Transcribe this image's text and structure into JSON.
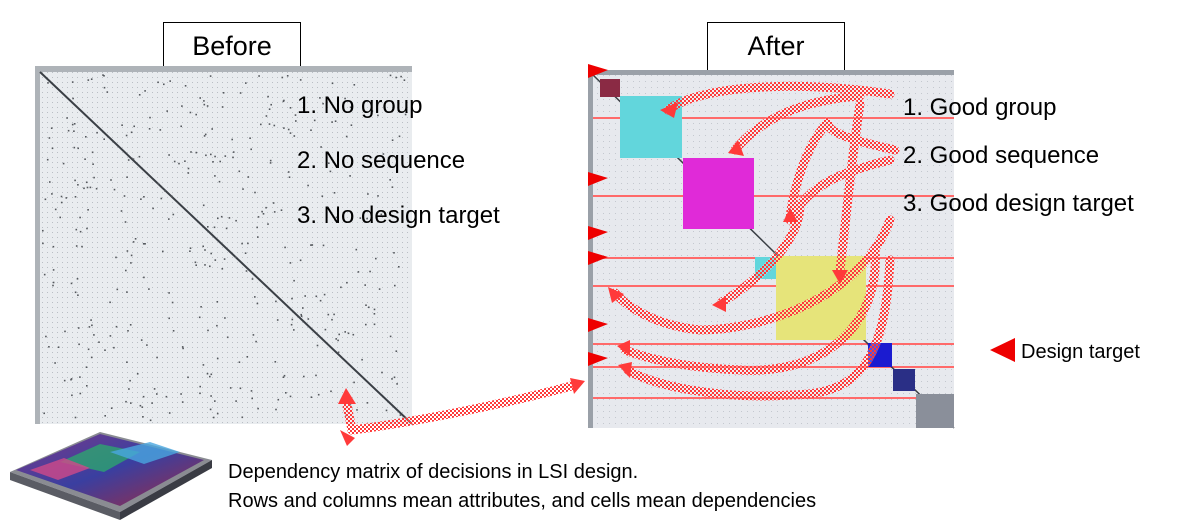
{
  "before": {
    "title": "Before",
    "notes": [
      "1. No group",
      "2. No sequence",
      "3. No design target"
    ]
  },
  "after": {
    "title": "After",
    "notes": [
      "1. Good group",
      "2. Good sequence",
      "3. Good design target"
    ]
  },
  "legend": {
    "label": "Design target",
    "color": "#ee0000"
  },
  "caption": {
    "line1": "Dependency matrix of decisions in LSI design.",
    "line2": "Rows and columns mean attributes, and cells mean dependencies"
  },
  "colors": {
    "cyan": "#62d6dc",
    "magenta": "#e02ad8",
    "yellow": "#e6e47a",
    "blue": "#1b1bd0",
    "navy": "#2a2f86",
    "gray": "#8a8f9a",
    "arrow": "#ff3a3a"
  }
}
